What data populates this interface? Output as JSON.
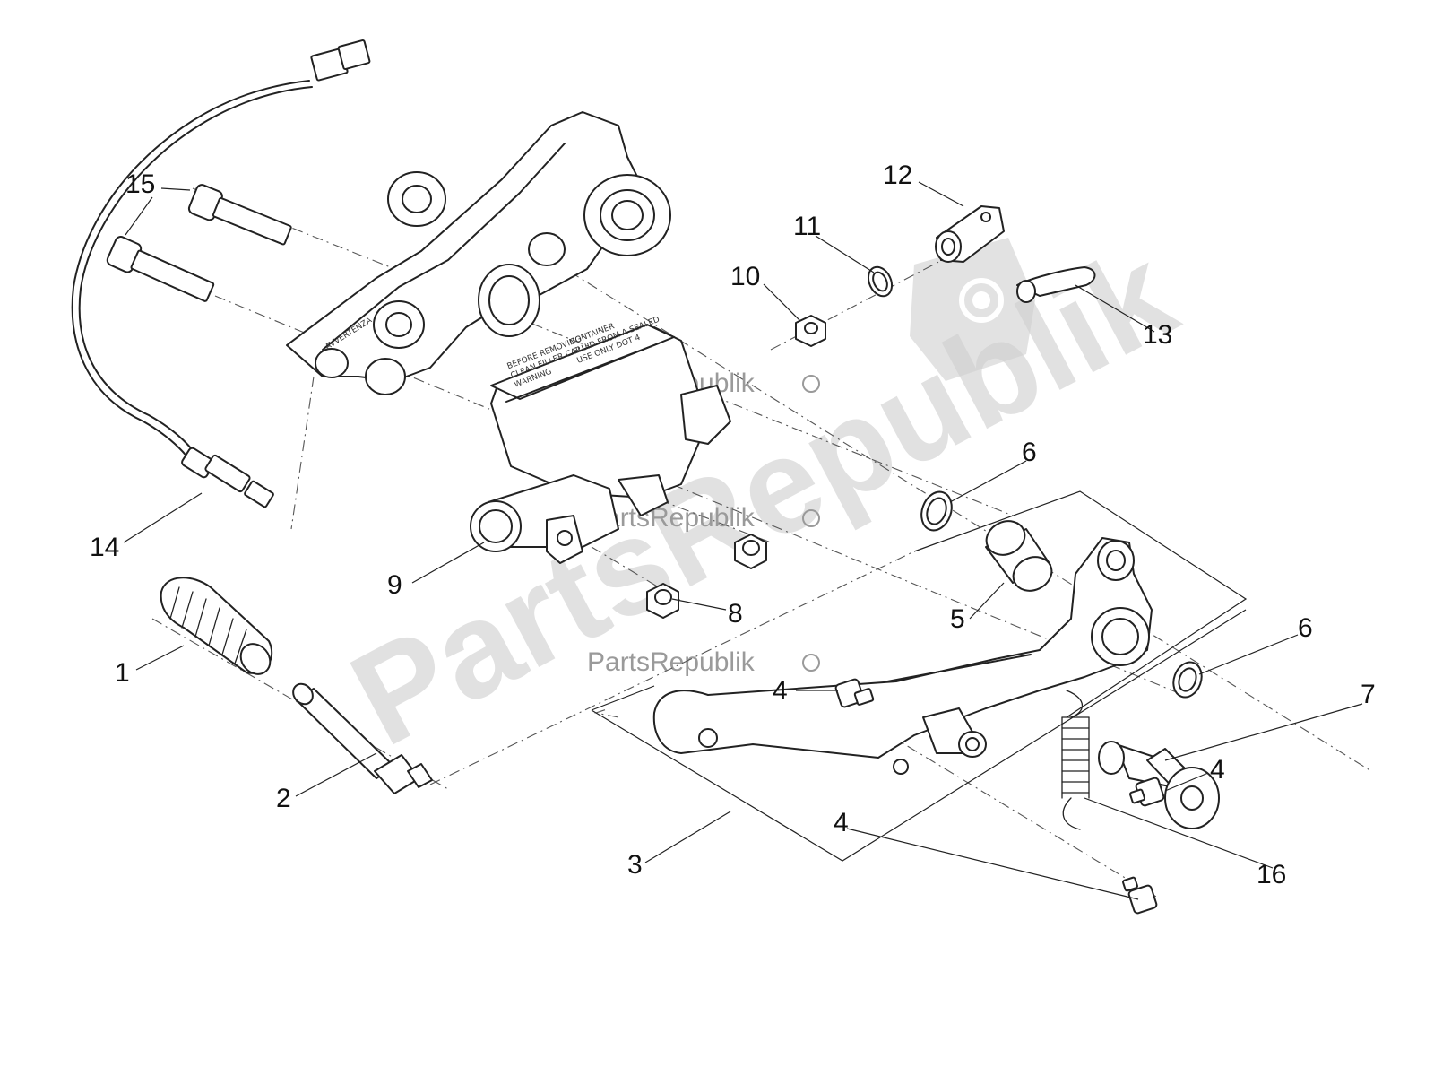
{
  "watermark": {
    "text": "PartsRepublik",
    "color": "#c8c8c8",
    "icon": "gear-icon"
  },
  "reservoir_label": {
    "lines": [
      "WARNING",
      "CLEAN FILLER CAP",
      "BEFORE REMOVING",
      "USE ONLY DOT 4",
      "FLUID FROM A SEALED",
      "CONTAINER"
    ]
  },
  "callouts": {
    "n1": "1",
    "n2": "2",
    "n3": "3",
    "n4a": "4",
    "n4b": "4",
    "n4c": "4",
    "n5": "5",
    "n6a": "6",
    "n6b": "6",
    "n7": "7",
    "n8": "8",
    "n9": "9",
    "n10": "10",
    "n11": "11",
    "n12": "12",
    "n13": "13",
    "n14": "14",
    "n15": "15",
    "n16": "16"
  }
}
